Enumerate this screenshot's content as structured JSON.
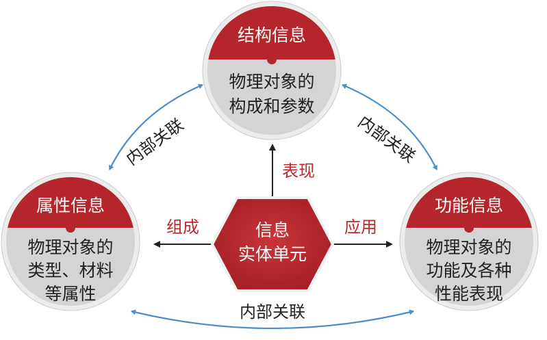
{
  "colors": {
    "red": "#B5262C",
    "gray": "#D3D4D6",
    "ring": "#ECECEC",
    "arrow_blue": "#4A8FC9",
    "arrow_black": "#222222",
    "label_red": "#C0282D",
    "text_dark": "#231F20"
  },
  "center": {
    "line1": "信息",
    "line2": "实体单元"
  },
  "nodes": {
    "top": {
      "title": "结构信息",
      "line1": "物理对象的",
      "line2": "构成和参数"
    },
    "left": {
      "title": "属性信息",
      "line1": "物理对象的",
      "line2": "类型、材料",
      "line3": "等属性"
    },
    "right": {
      "title": "功能信息",
      "line1": "物理对象的",
      "line2": "功能及各种",
      "line3": "性能表现"
    }
  },
  "arrow_labels": {
    "up": "表现",
    "left": "组成",
    "right": "应用"
  },
  "relation_labels": {
    "top_left": "内部关联",
    "top_right": "内部关联",
    "bottom": "内部关联"
  }
}
